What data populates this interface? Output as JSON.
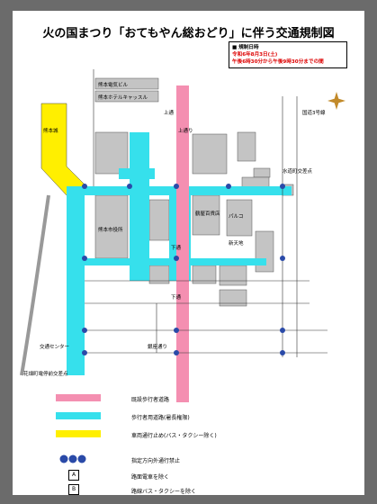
{
  "title": "火の国まつり「おてもやん総おどり」に伴う交通規制図",
  "schedule": {
    "heading": "■ 規制日時",
    "date": "令和6年8月3日(土)",
    "time": "午後6時30分から午後9時30分までの間"
  },
  "labels": {
    "kumamoto_station_area": "熊本市役所",
    "tsuruya": "鶴屋百貨店",
    "parco": "パルコ",
    "dept_blue": "熊本電気ビル",
    "hotel": "熊本ホテルキャッスル",
    "shimotori": "下通",
    "kamitori": "上通",
    "kamitori_sign": "上通り",
    "shimotori_sign": "下通",
    "suidocho": "水道町交差点",
    "hanabatacho": "花畑町電停前交差点",
    "ginza": "銀座通り",
    "shintenchi": "新天地",
    "kotsu_center": "交通センター",
    "route3": "国道3号線",
    "kumamoto_castle": "熊本城"
  },
  "legend": [
    {
      "color": "#f48fb1",
      "text": "既設歩行者道路",
      "name": "legend-pedestrian"
    },
    {
      "color": "#36e0ec",
      "text": "歩行者用道路(暑長権限)",
      "name": "legend-pedestrian-new"
    },
    {
      "color": "#ffef00",
      "text": "車両通行止め(バス・タクシー除く)",
      "name": "legend-closed"
    },
    {
      "icon": "no-entry-icon",
      "text": "指定方向外通行禁止",
      "name": "legend-direction"
    },
    {
      "icon": "box-a",
      "box": "A",
      "text": "路面電車を除く",
      "name": "legend-tram"
    },
    {
      "icon": "box-b",
      "box": "B",
      "text": "路線バス・タクシーを除く",
      "name": "legend-bus"
    }
  ],
  "colors": {
    "pink": "#f48fb1",
    "cyan": "#36e0ec",
    "yellow": "#ffef00",
    "block": "#bdbdbd",
    "signal_blue": "#2a4aa8"
  }
}
